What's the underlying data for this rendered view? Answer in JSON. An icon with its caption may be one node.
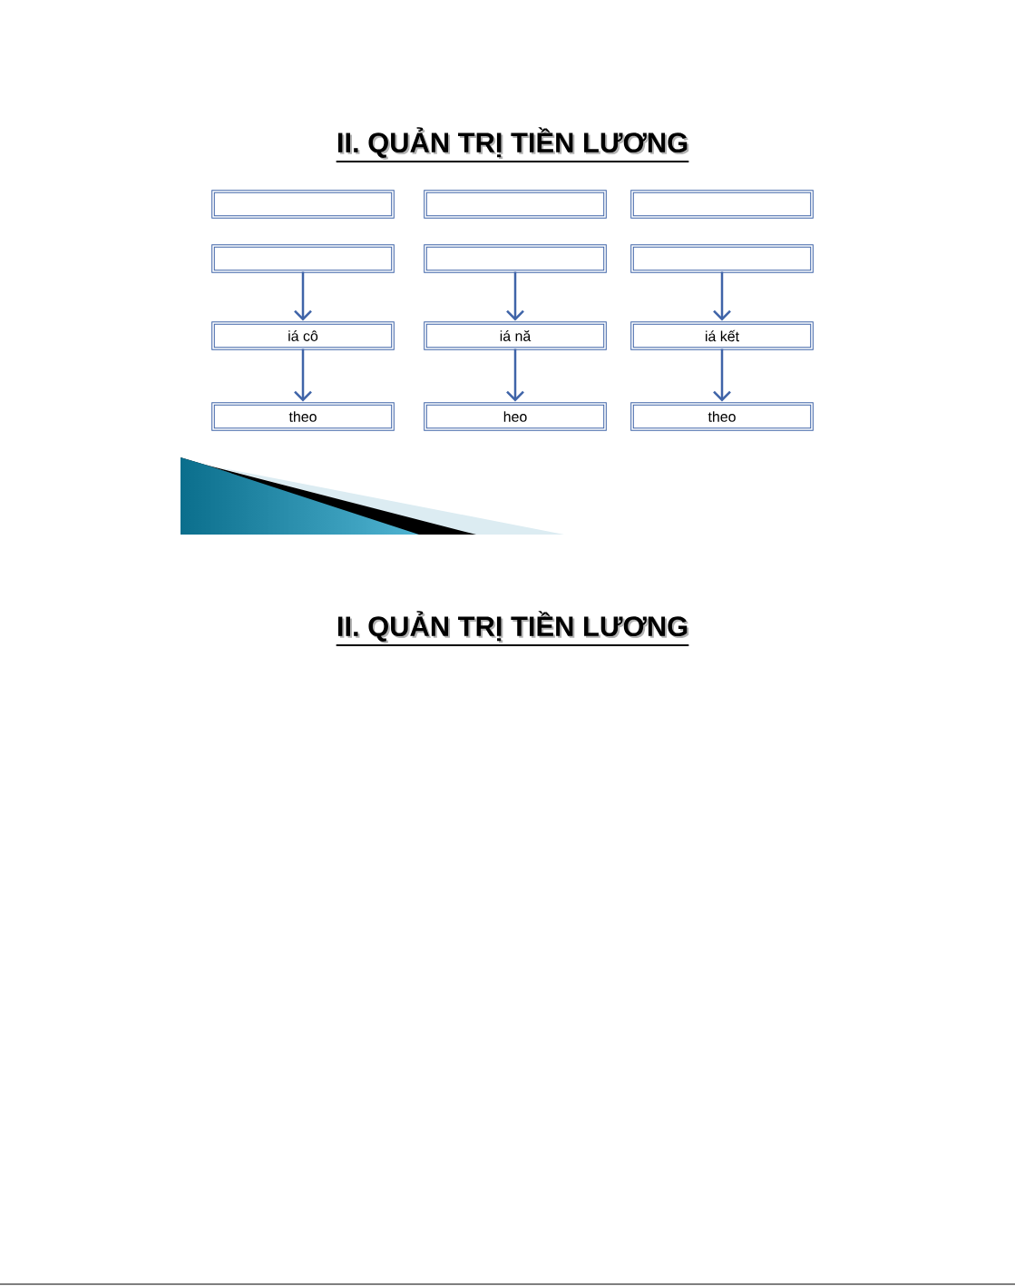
{
  "diagram": {
    "title": "II. QUẢN TRỊ TIỀN LƯƠNG",
    "nodes": [
      {
        "text": [],
        "shape": "box"
      },
      {
        "text": [],
        "shape": "box"
      },
      {
        "text": [],
        "shape": "box"
      },
      {
        "text": [],
        "shape": "box"
      },
      {
        "text": [],
        "shape": "box"
      },
      {
        "text": [],
        "shape": "box"
      },
      {
        "text": [
          "iá cô"
        ]
      },
      {
        "text": [
          "iá nă"
        ]
      },
      {
        "text": [
          "iá kết"
        ]
      },
      {
        "text": [
          "theo"
        ]
      },
      {
        "text": [
          "heo"
        ]
      },
      {
        "text": [
          "theo"
        ]
      }
    ],
    "edges": [
      {
        "from": 3,
        "to": 6,
        "arrow": "to"
      },
      {
        "from": 6,
        "to": 9,
        "arrow": "to"
      },
      {
        "from": 4,
        "to": 7,
        "arrow": "to"
      },
      {
        "from": 7,
        "to": 10,
        "arrow": "to"
      },
      {
        "from": 5,
        "to": 8,
        "arrow": "to"
      },
      {
        "from": 8,
        "to": 11,
        "arrow": "to"
      }
    ],
    "labels": [
      "II. QUẢN TRỊ TIỀN LƯƠNG"
    ]
  }
}
